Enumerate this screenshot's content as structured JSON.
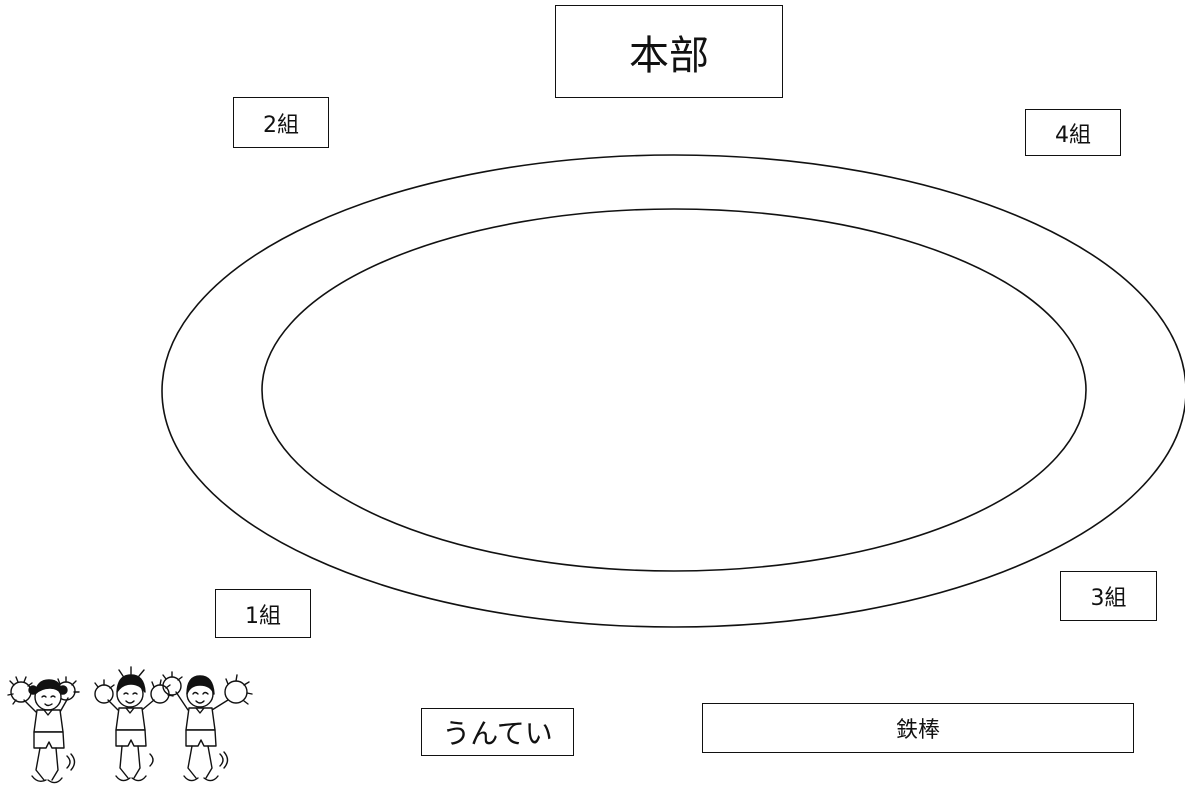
{
  "labels": {
    "headquarters": "本部",
    "class_2": "2組",
    "class_4": "4組",
    "class_1": "1組",
    "class_3": "3組",
    "schoolyard": "うんてい",
    "iron_bar": "鉄棒"
  },
  "colors": {
    "stroke": "#111111",
    "background": "#ffffff"
  },
  "illustration": {
    "subject": "three cheering children with pom-poms"
  }
}
